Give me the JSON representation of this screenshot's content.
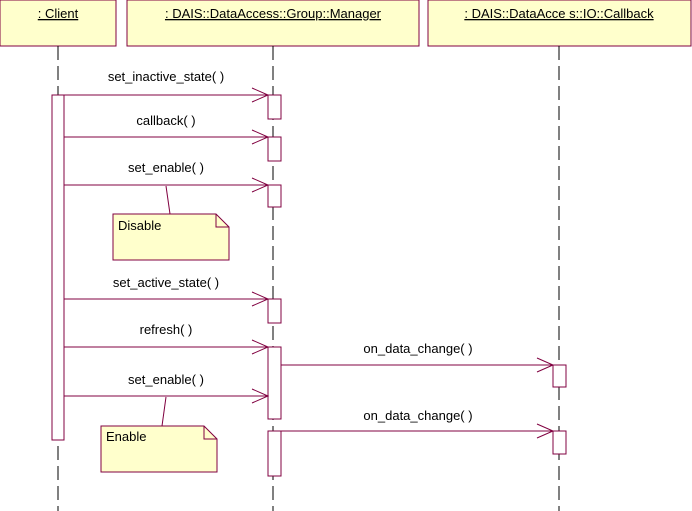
{
  "lifelines": [
    {
      "id": "client",
      "label": ": Client"
    },
    {
      "id": "manager",
      "label": ": DAIS::DataAccess::Group::Manager"
    },
    {
      "id": "callback",
      "label": ": DAIS::DataAcce  s::IO::Callback"
    }
  ],
  "messages": [
    {
      "label": "set_inactive_state( )",
      "from": "client",
      "to": "manager"
    },
    {
      "label": "callback( )",
      "from": "client",
      "to": "manager"
    },
    {
      "label": "set_enable( )",
      "from": "client",
      "to": "manager"
    },
    {
      "label": "set_active_state( )",
      "from": "client",
      "to": "manager"
    },
    {
      "label": "refresh( )",
      "from": "client",
      "to": "manager"
    },
    {
      "label": "on_data_change( )",
      "from": "manager",
      "to": "callback"
    },
    {
      "label": "set_enable( )",
      "from": "client",
      "to": "manager"
    },
    {
      "label": "on_data_change( )",
      "from": "manager",
      "to": "callback"
    }
  ],
  "notes": [
    {
      "text": "Disable",
      "attached_to_message": 2
    },
    {
      "text": "Enable",
      "attached_to_message": 6
    }
  ],
  "colors": {
    "header_fill": "#ffffcc",
    "border": "#800040",
    "lifeline": "#000000",
    "text": "#000000"
  }
}
